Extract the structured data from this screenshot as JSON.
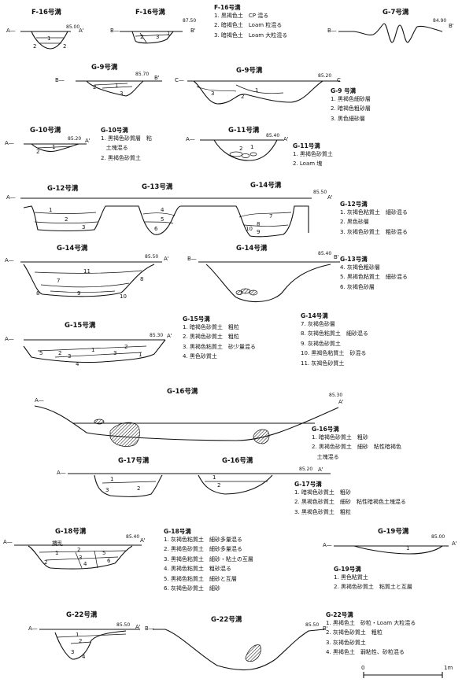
{
  "sections": {
    "F16a": {
      "title": "F-16号溝",
      "elev": "85.00",
      "left": "A—",
      "right": "A'",
      "nums": [
        "1",
        "2",
        "2"
      ]
    },
    "F16b": {
      "title": "F-16号溝",
      "elev": "87.50",
      "left": "B—",
      "right": "B'",
      "nums": [
        "2",
        "3",
        "1"
      ]
    },
    "G7": {
      "title": "G-7号溝",
      "elev": "84.90",
      "left": "B—",
      "right": "B'"
    },
    "G9a": {
      "title": "G-9号溝",
      "elev": "85.70",
      "left": "B—",
      "right": "B'",
      "nums": [
        "2",
        "1",
        "3"
      ]
    },
    "G9b": {
      "title": "G-9号溝",
      "elev": "85.20",
      "left": "C—",
      "right": "C",
      "nums": [
        "3",
        "2",
        "1"
      ]
    },
    "G10": {
      "title": "G-10号溝",
      "elev": "85.20",
      "left": "A—",
      "right": "A'",
      "nums": [
        "1",
        "2"
      ]
    },
    "G11": {
      "title": "G-11号溝",
      "elev": "85.40",
      "left": "A—",
      "right": "A'",
      "nums": [
        "1",
        "2"
      ]
    },
    "G12_14": {
      "title_a": "G-12号溝",
      "title_b": "G-13号溝",
      "title_c": "G-14号溝",
      "elev": "85.50",
      "left": "A—",
      "right": "A'",
      "nums": [
        "1",
        "2",
        "3",
        "4",
        "5",
        "6",
        "7",
        "8",
        "9",
        "10"
      ]
    },
    "G14a": {
      "title": "G-14号溝",
      "elev": "85.50",
      "left": "A—",
      "right": "A'",
      "nums": [
        "11",
        "7",
        "8",
        "8",
        "9",
        "10"
      ]
    },
    "G14b": {
      "title": "G-14号溝",
      "elev": "85.40",
      "left": "B—",
      "right": "B'"
    },
    "G15": {
      "title": "G-15号溝",
      "elev": "85.30",
      "left": "A—",
      "right": "A'",
      "nums": [
        "5",
        "2",
        "1",
        "3",
        "2",
        "3",
        "1",
        "4"
      ]
    },
    "G16a": {
      "title": "G-16号溝",
      "elev": "85.30",
      "left": "A—",
      "right": "A'"
    },
    "G17_16": {
      "title_a": "G-17号溝",
      "title_b": "G-16号溝",
      "elev": "85.20",
      "left": "A—",
      "right": "A'",
      "nums": [
        "1",
        "2",
        "3",
        "1",
        "2"
      ]
    },
    "G18": {
      "title": "G-18号溝",
      "elev": "85.40",
      "left": "A—",
      "right": "A'",
      "note": "攪乱",
      "nums": [
        "1",
        "2",
        "3",
        "4",
        "5",
        "6",
        "2"
      ]
    },
    "G19": {
      "title": "G-19号溝",
      "elev": "85.00",
      "left": "A—",
      "right": "A'",
      "nums": [
        "1"
      ]
    },
    "G22a": {
      "title": "G-22号溝",
      "elev": "85.50",
      "left": "A—",
      "right": "A'",
      "nums": [
        "1",
        "2",
        "3",
        "4"
      ]
    },
    "G22b": {
      "title": "G-22号溝",
      "elev": "85.50",
      "left": "B—",
      "right": "B'"
    }
  },
  "legends": {
    "F16": {
      "heading": "F-16号溝",
      "items": [
        "1. 黒褐色土　CP 混る",
        "2. 暗褐色土　Loam 粒混る",
        "3. 暗褐色土　Loam 大粒混る"
      ]
    },
    "G9": {
      "heading": "G-9 号溝",
      "items": [
        "1. 黒褐色細砂層",
        "2. 暗褐色粗砂層",
        "3. 黒色細砂層"
      ]
    },
    "G10": {
      "heading": "G-10号溝",
      "items": [
        "1. 黒褐色砂質層　粘\n   土塊混る",
        "2. 黒褐色砂質土"
      ]
    },
    "G11": {
      "heading": "G-11号溝",
      "items": [
        "1. 黒褐色砂質土",
        "2. Loam 塊"
      ]
    },
    "G12": {
      "heading": "G-12号溝",
      "items": [
        "1. 灰褐色粘質土　細砂混る",
        "2. 黒色砂層",
        "3. 灰褐色砂質土　粗砂混る"
      ]
    },
    "G13": {
      "heading": "G-13号溝",
      "items": [
        "4. 灰褐色粗砂層",
        "5. 黒褐色粘質土　細砂混る",
        "6. 灰褐色砂層"
      ]
    },
    "G14": {
      "heading": "G-14号溝",
      "items": [
        "7. 灰褐色砂層",
        "8. 灰褐色粘質土　細砂混る",
        "9. 灰褐色砂質土",
        "10. 黒褐色粘質土　砂混る",
        "11. 灰褐色砂質土"
      ]
    },
    "G15": {
      "heading": "G-15号溝",
      "items": [
        "1. 暗褐色砂質土　粗粒",
        "2. 黒褐色砂質土　粗粒",
        "3. 黒褐色粘質土　砂少量混る",
        "4. 黒色砂質土"
      ]
    },
    "G16": {
      "heading": "G-16号溝",
      "items": [
        "1. 暗褐色砂質土　粗砂",
        "2. 黒褐色砂質土　細砂　粘性暗褐色\n   土塊混る"
      ]
    },
    "G17": {
      "heading": "G-17号溝",
      "items": [
        "1. 暗褐色砂質土　粗砂",
        "2. 黒褐色砂質土　細砂　粘性暗褐色土塊混る",
        "3. 黒褐色砂質土　粗粒"
      ]
    },
    "G18": {
      "heading": "G-18号溝",
      "items": [
        "1. 灰褐色粘質土　細砂多量混る",
        "2. 黒褐色砂質土　細砂多量混る",
        "3. 黒褐色粘質土　細砂・粘土の互層",
        "4. 黒褐色粘質土　粗砂混る",
        "5. 黒褐色粘質土　細砂と互層",
        "6. 灰褐色砂質土　細砂"
      ]
    },
    "G19": {
      "heading": "G-19号溝",
      "items": [
        "1. 黒色粘質土",
        "2. 黒褐色砂質土　粘質土と互層"
      ]
    },
    "G22": {
      "heading": "G-22号溝",
      "items": [
        "1. 黒褐色土　砂粒・Loam 大粒混る",
        "2. 灰褐色砂質土　粗粒",
        "3. 灰褐色砂質土",
        "4. 黒褐色土　弱粘性、砂粒混る"
      ]
    }
  },
  "scale": {
    "zero": "0",
    "one": "1m"
  }
}
